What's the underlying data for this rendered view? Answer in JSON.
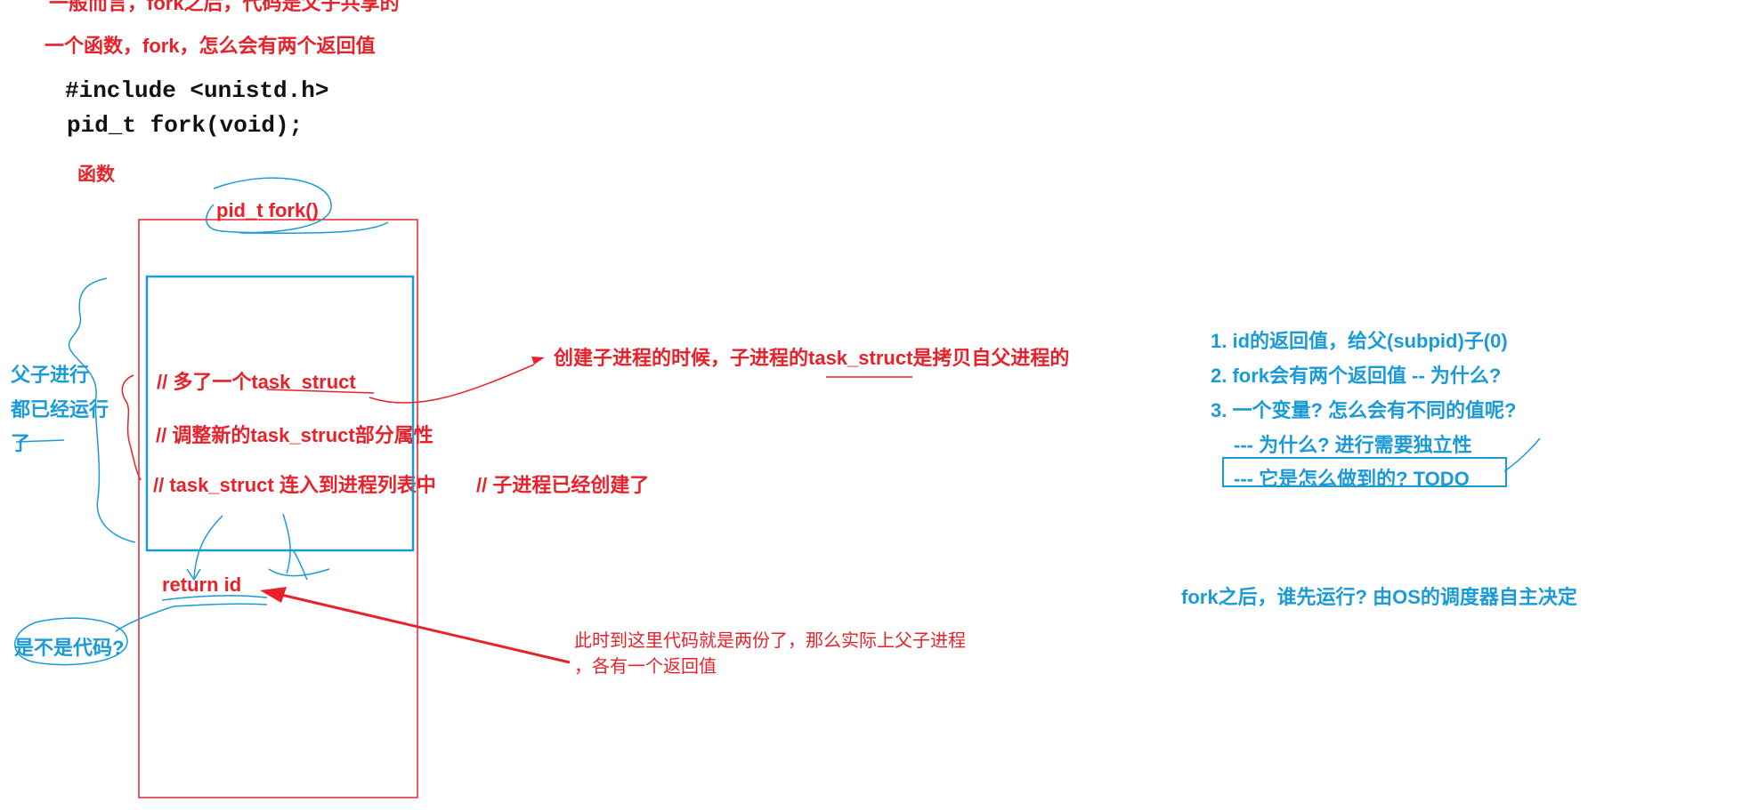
{
  "top_cut_text": "一般而言，fork之后，代码是父子共享的",
  "question": "一个函数，fork，怎么会有两个返回值",
  "code": {
    "include": "#include <unistd.h>",
    "signature": "pid_t fork(void);"
  },
  "func_label": "函数",
  "func_name": "pid_t fork()",
  "body_lines": {
    "l1": "//  多了一个task_struct",
    "l2": "// 调整新的task_struct部分属性",
    "l3": "// task_struct 连入到进程列表中",
    "l3_note": "// 子进程已经创建了"
  },
  "return_stmt": "return id",
  "annot_copy": "创建子进程的时候，子进程的task_struct是拷贝自父进程的",
  "annot_two_copies": {
    "line1": "此时到这里代码就是两份了，那么实际上父子进程",
    "line2": "，各有一个返回值"
  },
  "left_note": {
    "line1": "父子进行",
    "line2": "都已经运行",
    "line3": "了"
  },
  "left_question": "是不是代码?",
  "right_list": {
    "item1": "1. id的返回值，给父(subpid)子(0)",
    "item2": "2. fork会有两个返回值 -- 为什么?",
    "item3": "3. 一个变量? 怎么会有不同的值呢?",
    "item3a": "--- 为什么? 进行需要独立性",
    "item3b": "--- 它是怎么做到的? TODO"
  },
  "scheduler_note": "fork之后，谁先运行? 由OS的调度器自主决定",
  "colors": {
    "red": "#e8222b",
    "blue": "#1a9bd7"
  }
}
